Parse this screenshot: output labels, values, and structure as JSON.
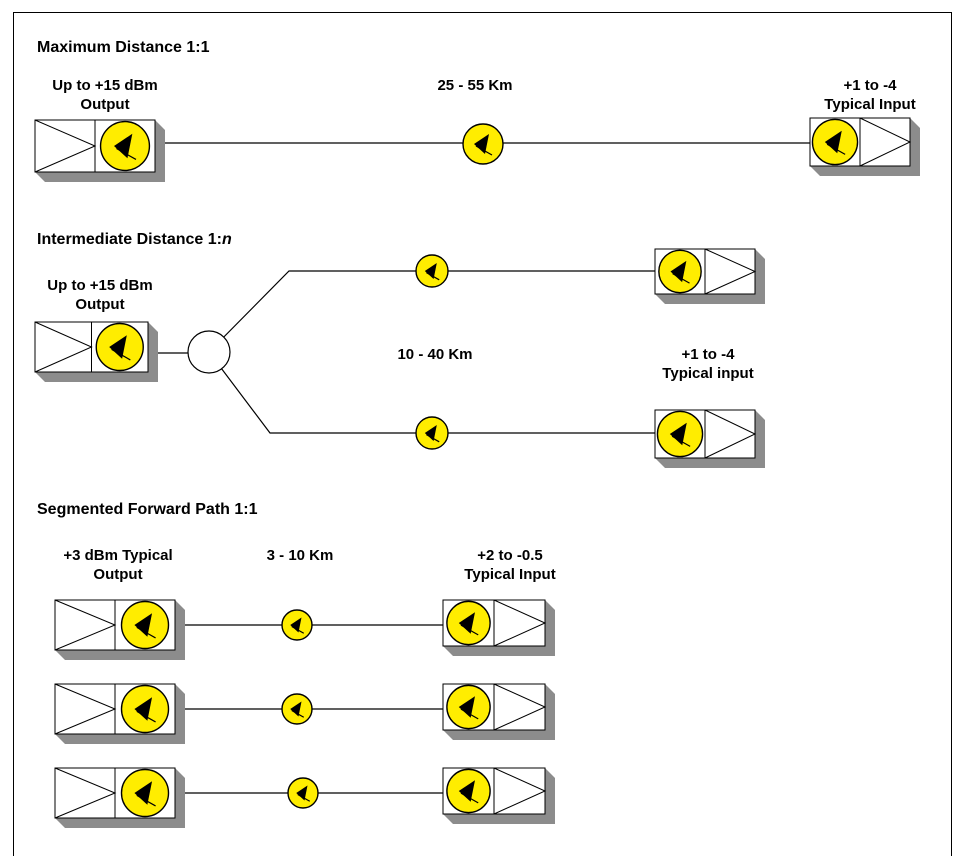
{
  "colors": {
    "lens": "#ffed00",
    "shadow": "#8c8c8c",
    "line": "#000000",
    "background": "#ffffff"
  },
  "sections": [
    {
      "title": "Maximum Distance 1:1",
      "tx_label": [
        "Up to +15 dBm",
        "Output"
      ],
      "distance": "25 - 55 Km",
      "rx_label": [
        "+1 to -4",
        "Typical Input"
      ]
    },
    {
      "title": "Intermediate Distance 1:",
      "title_suffix": "n",
      "tx_label": [
        "Up to +15 dBm",
        "Output"
      ],
      "distance": "10 - 40 Km",
      "rx_label": [
        "+1 to -4",
        "Typical input"
      ]
    },
    {
      "title": "Segmented Forward Path 1:1",
      "tx_label": [
        "+3 dBm Typical",
        "Output"
      ],
      "distance": "3 - 10 Km",
      "rx_label": [
        "+2 to -0.5",
        "Typical Input"
      ]
    }
  ],
  "icons": {
    "transmitter": "laser-transmitter-icon",
    "receiver": "optical-receiver-icon",
    "connector": "fiber-connector-icon",
    "splitter": "optical-splitter-icon"
  }
}
